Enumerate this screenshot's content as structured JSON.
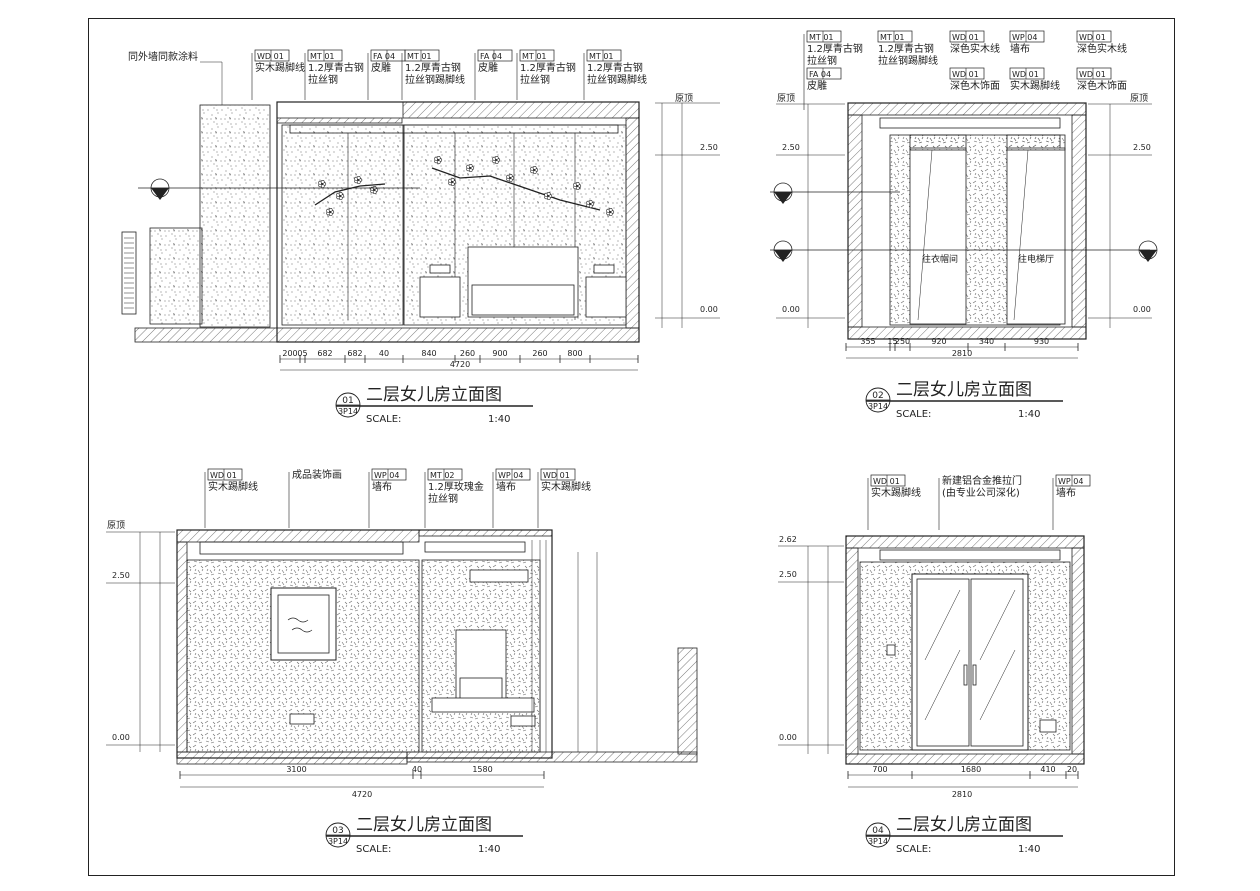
{
  "elevations": [
    {
      "title": "二层女儿房立面图",
      "number": "01",
      "sheet": "3P14",
      "scale_label": "SCALE:",
      "scale": "1:40",
      "side_note": "同外墙同款涂料",
      "callouts": [
        {
          "tag": "WD 01",
          "lines": [
            "实木踢脚线"
          ]
        },
        {
          "tag": "MT 01",
          "lines": [
            "1.2厚青古钢",
            "拉丝钢"
          ]
        },
        {
          "tag": "FA 04",
          "lines": [
            "皮雕"
          ]
        },
        {
          "tag": "MT 01",
          "lines": [
            "1.2厚青古钢",
            "拉丝钢踢脚线"
          ]
        },
        {
          "tag": "FA 04",
          "lines": [
            "皮雕"
          ]
        },
        {
          "tag": "MT 01",
          "lines": [
            "1.2厚青古钢",
            "拉丝钢"
          ]
        },
        {
          "tag": "MT 01",
          "lines": [
            "1.2厚青古钢",
            "拉丝钢踢脚线"
          ]
        }
      ],
      "dims": [
        "200",
        "05",
        "682",
        "682",
        "40",
        "840",
        "260",
        "900",
        "260",
        "800",
        "4720"
      ],
      "levels": [
        "原顶",
        "2.50",
        "0.00"
      ]
    },
    {
      "title": "二层女儿房立面图",
      "number": "02",
      "sheet": "3P14",
      "scale_label": "SCALE:",
      "scale": "1:40",
      "callouts": [
        {
          "tag": "MT 01",
          "lines": [
            "1.2厚青古钢",
            "拉丝钢"
          ]
        },
        {
          "tag": "FA 04",
          "lines": [
            "皮雕"
          ]
        },
        {
          "tag": "MT 01",
          "lines": [
            "1.2厚青古钢",
            "拉丝钢踢脚线"
          ]
        },
        {
          "tag": "WD 01",
          "lines": [
            "深色实木线"
          ]
        },
        {
          "tag": "WD 01",
          "lines": [
            "深色木饰面"
          ]
        },
        {
          "tag": "WP 04",
          "lines": [
            "墙布"
          ]
        },
        {
          "tag": "WD 01",
          "lines": [
            "实木踢脚线"
          ]
        },
        {
          "tag": "WD 01",
          "lines": [
            "深色实木线"
          ]
        },
        {
          "tag": "WD 01",
          "lines": [
            "深色木饰面"
          ]
        }
      ],
      "notes": [
        "往衣帽间",
        "往电梯厅"
      ],
      "dims": [
        "355",
        "15",
        "250",
        "920",
        "340",
        "930",
        "2810"
      ],
      "levels": [
        "原顶",
        "2.50",
        "0.00"
      ]
    },
    {
      "title": "二层女儿房立面图",
      "number": "03",
      "sheet": "3P14",
      "scale_label": "SCALE:",
      "scale": "1:40",
      "callouts": [
        {
          "tag": "WD 01",
          "lines": [
            "实木踢脚线"
          ]
        },
        {
          "tag": "",
          "lines": [
            "成品装饰画"
          ]
        },
        {
          "tag": "WP 04",
          "lines": [
            "墙布"
          ]
        },
        {
          "tag": "MT 02",
          "lines": [
            "1.2厚玫瑰金",
            "拉丝钢"
          ]
        },
        {
          "tag": "WP 04",
          "lines": [
            "墙布"
          ]
        },
        {
          "tag": "WD 01",
          "lines": [
            "实木踢脚线"
          ]
        }
      ],
      "dims": [
        "3100",
        "40",
        "1580",
        "4720"
      ],
      "levels": [
        "原顶",
        "2.50",
        "0.00"
      ]
    },
    {
      "title": "二层女儿房立面图",
      "number": "04",
      "sheet": "3P14",
      "scale_label": "SCALE:",
      "scale": "1:40",
      "callouts": [
        {
          "tag": "WD 01",
          "lines": [
            "实木踢脚线"
          ]
        },
        {
          "tag": "",
          "lines": [
            "新建铝合金推拉门",
            "(由专业公司深化)"
          ]
        },
        {
          "tag": "WP 04",
          "lines": [
            "墙布"
          ]
        }
      ],
      "dims": [
        "700",
        "1680",
        "410",
        "20",
        "2810"
      ],
      "levels": [
        "2.62",
        "2.50",
        "0.00"
      ]
    }
  ]
}
